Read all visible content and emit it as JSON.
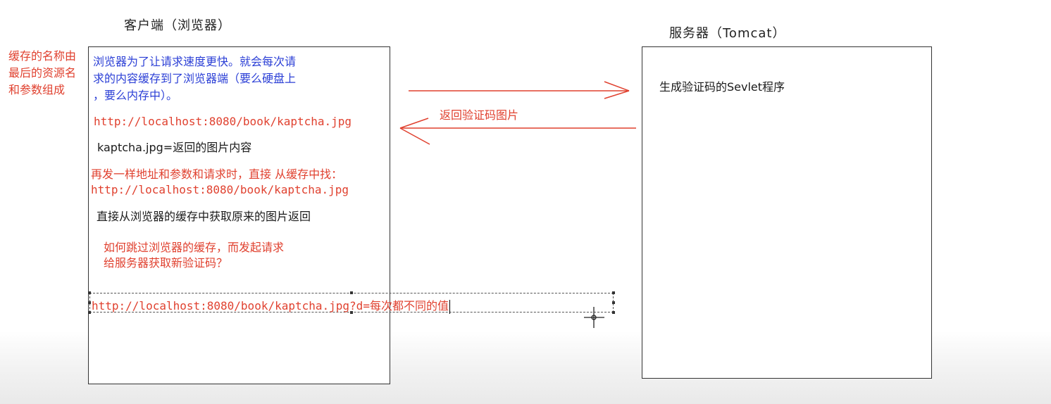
{
  "client": {
    "title": "客户端（浏览器）",
    "cache_note": "缓存的名称由最后的资源名和参数组成",
    "intro_lines": [
      "浏览器为了让请求速度更快。就会每次请",
      "求的内容缓存到了浏览器端（要么硬盘上",
      "，要么内存中）。"
    ],
    "url1": "http://localhost:8080/book/kaptcha.jpg",
    "cache_content": "kaptcha.jpg=返回的图片内容",
    "resend_line": "再发一样地址和参数和请求时，直接 从缓存中找：",
    "url2": "http://localhost:8080/book/kaptcha.jpg",
    "direct_text": "直接从浏览器的缓存中获取原来的图片返回",
    "question_lines": [
      "如何跳过浏览器的缓存，而发起请求",
      "给服务器获取新验证码？"
    ],
    "url3": "http://localhost:8080/book/kaptcha.jpg?d=每次都不同的值"
  },
  "server": {
    "title": "服务器（Tomcat）",
    "program": "生成验证码的Sevlet程序"
  },
  "arrows": {
    "response_label": "返回验证码图片"
  },
  "colors": {
    "blue_text": "#2b3fd6",
    "red_text": "#e0412f",
    "arrow": "#e0412f"
  }
}
